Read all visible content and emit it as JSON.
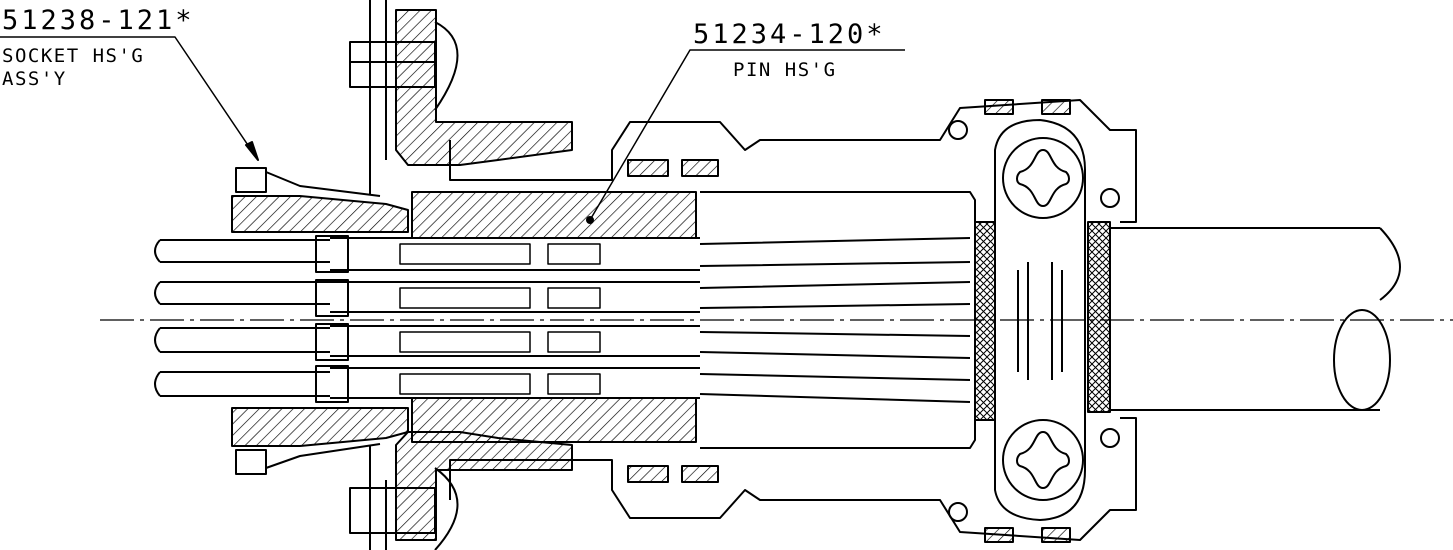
{
  "callouts": [
    {
      "part_number": "51238-121*",
      "description_lines": [
        "SOCKET HS'G",
        "ASS'Y"
      ]
    },
    {
      "part_number": "51234-120*",
      "description_lines": [
        "PIN HS'G"
      ]
    }
  ],
  "colors": {
    "line": "#000000",
    "background": "#ffffff"
  }
}
